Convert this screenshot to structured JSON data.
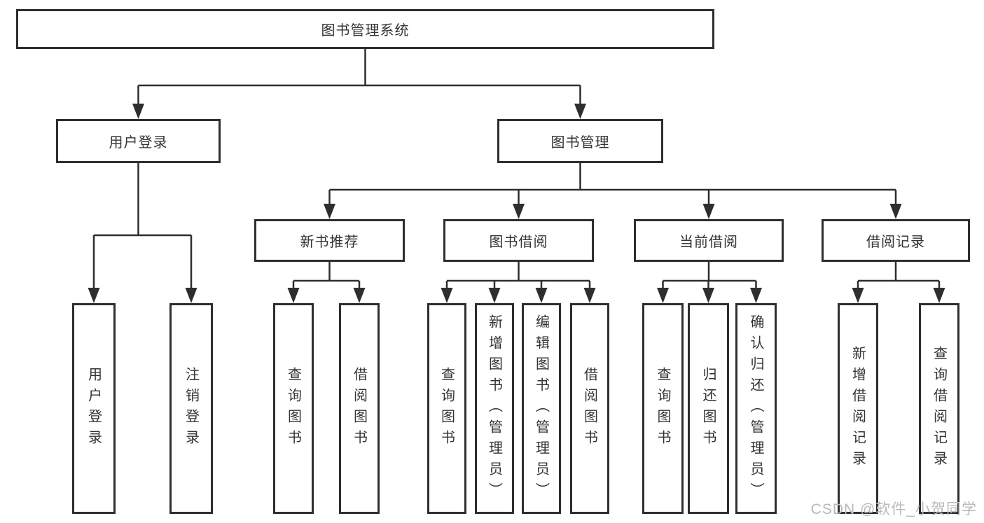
{
  "diagram": {
    "type": "hierarchy-tree",
    "nodes": {
      "root": {
        "label": "图书管理系统"
      },
      "level2": [
        {
          "label": "用户登录"
        },
        {
          "label": "图书管理"
        }
      ],
      "level3": [
        {
          "label": "新书推荐",
          "parent": "图书管理"
        },
        {
          "label": "图书借阅",
          "parent": "图书管理"
        },
        {
          "label": "当前借阅",
          "parent": "图书管理"
        },
        {
          "label": "借阅记录",
          "parent": "图书管理"
        }
      ],
      "leaves": [
        {
          "label": "用户登录",
          "parent": "用户登录"
        },
        {
          "label": "注销登录",
          "parent": "用户登录"
        },
        {
          "label": "查询图书",
          "parent": "新书推荐"
        },
        {
          "label": "借阅图书",
          "parent": "新书推荐"
        },
        {
          "label": "查询图书",
          "parent": "图书借阅"
        },
        {
          "label": "新增图书（管理员）",
          "parent": "图书借阅"
        },
        {
          "label": "编辑图书（管理员）",
          "parent": "图书借阅"
        },
        {
          "label": "借阅图书",
          "parent": "图书借阅"
        },
        {
          "label": "查询图书",
          "parent": "当前借阅"
        },
        {
          "label": "归还图书",
          "parent": "当前借阅"
        },
        {
          "label": "确认归还（管理员）",
          "parent": "当前借阅"
        },
        {
          "label": "新增借阅记录",
          "parent": "借阅记录"
        },
        {
          "label": "查询借阅记录",
          "parent": "借阅记录"
        }
      ]
    },
    "colors": {
      "line": "#2e2e2e",
      "text": "#333333",
      "box_fill": "#ffffff",
      "background": "#ffffff",
      "watermark": "#b9b9b9"
    }
  },
  "watermark": {
    "text": "CSDN @软件_小贺同学"
  }
}
